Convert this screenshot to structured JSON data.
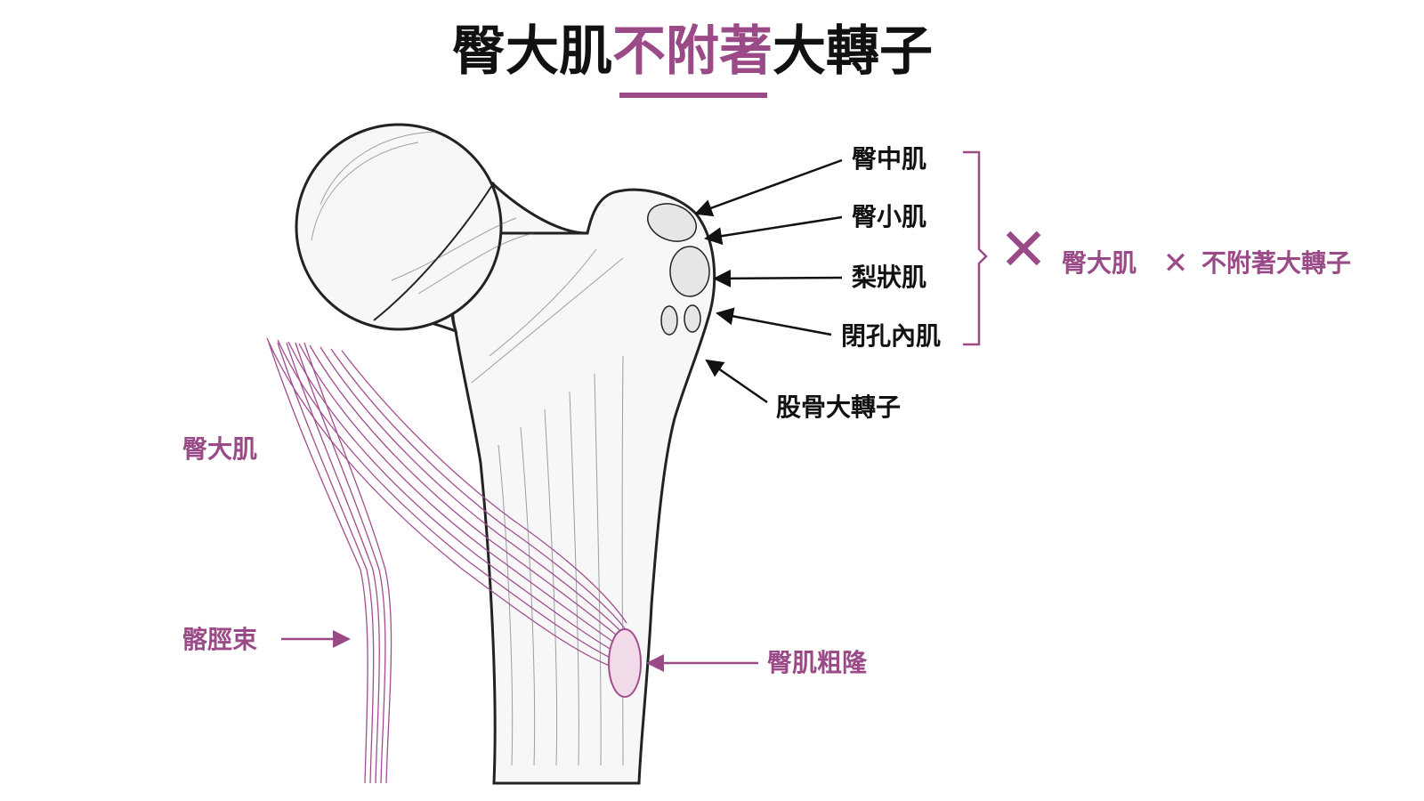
{
  "colors": {
    "accent": "#9a4a86",
    "ink": "#111111",
    "bone_fill": "#f7f7f7",
    "muscle_line": "#a24d8f"
  },
  "title": {
    "part1": "臀大肌",
    "part2": "不附著",
    "part3": "大轉子"
  },
  "labels_right": [
    {
      "text": "臀中肌"
    },
    {
      "text": "臀小肌"
    },
    {
      "text": "梨狀肌"
    },
    {
      "text": "閉孔內肌"
    },
    {
      "text": "股骨大轉子"
    }
  ],
  "conclusion": {
    "mark": "✕",
    "muscle": "臀大肌",
    "small_mark": "✕",
    "statement": "不附著大轉子"
  },
  "labels_left": {
    "gluteus_maximus": "臀大肌",
    "it_band": "髂脛束",
    "gluteal_tuberosity": "臀肌粗隆"
  },
  "icons": [
    "arrow-icon",
    "bracket-icon",
    "cross-icon"
  ]
}
